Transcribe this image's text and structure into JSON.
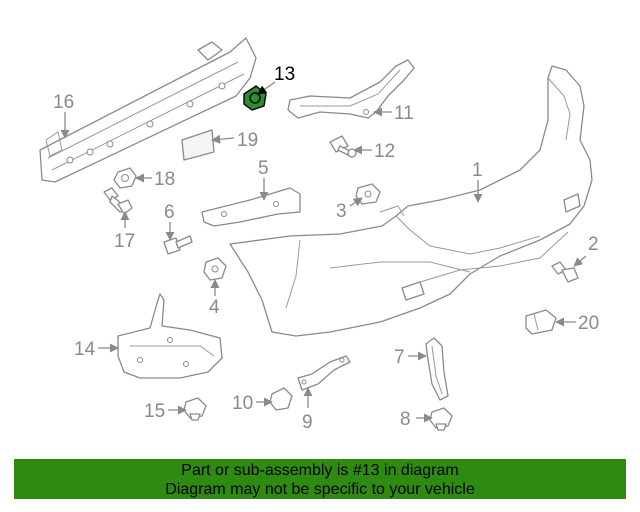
{
  "diagram": {
    "callouts": [
      "13",
      "16",
      "11",
      "19",
      "12",
      "5",
      "18",
      "1",
      "3",
      "6",
      "2",
      "17",
      "4",
      "14",
      "20",
      "7",
      "10",
      "15",
      "9",
      "8"
    ],
    "highlighted_part": "13",
    "colors": {
      "highlight": "#2e8b2e",
      "part_line": "#8a8a8a",
      "banner": "#2f8a12"
    }
  },
  "footer": {
    "line1": "Part or sub-assembly is #13 in diagram",
    "line2": "Diagram may not be specific to your vehicle"
  }
}
